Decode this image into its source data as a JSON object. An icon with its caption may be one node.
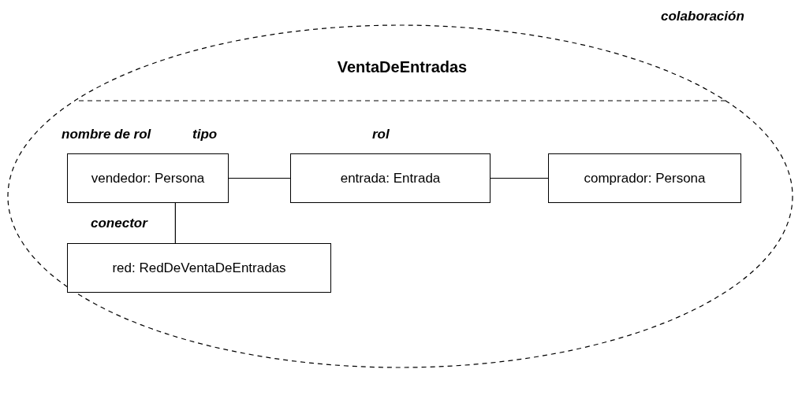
{
  "diagram": {
    "nodes": [
      {
        "text": [
          "VentaDeEntradas"
        ]
      },
      {
        "text": [
          "vendedor: Persona"
        ],
        "in": 0
      },
      {
        "text": [
          "entrada: Entrada"
        ],
        "in": 0
      },
      {
        "text": [
          "comprador: Persona"
        ],
        "in": 0
      },
      {
        "text": [
          "red: RedDeVentaDeEntradas"
        ],
        "in": 0
      }
    ],
    "edges": [
      {
        "from": 1,
        "to": 2,
        "arrow": "none"
      },
      {
        "from": 2,
        "to": 3,
        "arrow": "none"
      },
      {
        "from": 1,
        "to": 4,
        "arrow": "none"
      }
    ],
    "labels": [
      "colaboración",
      "nombre de rol",
      "tipo",
      "rol",
      "conector"
    ]
  }
}
